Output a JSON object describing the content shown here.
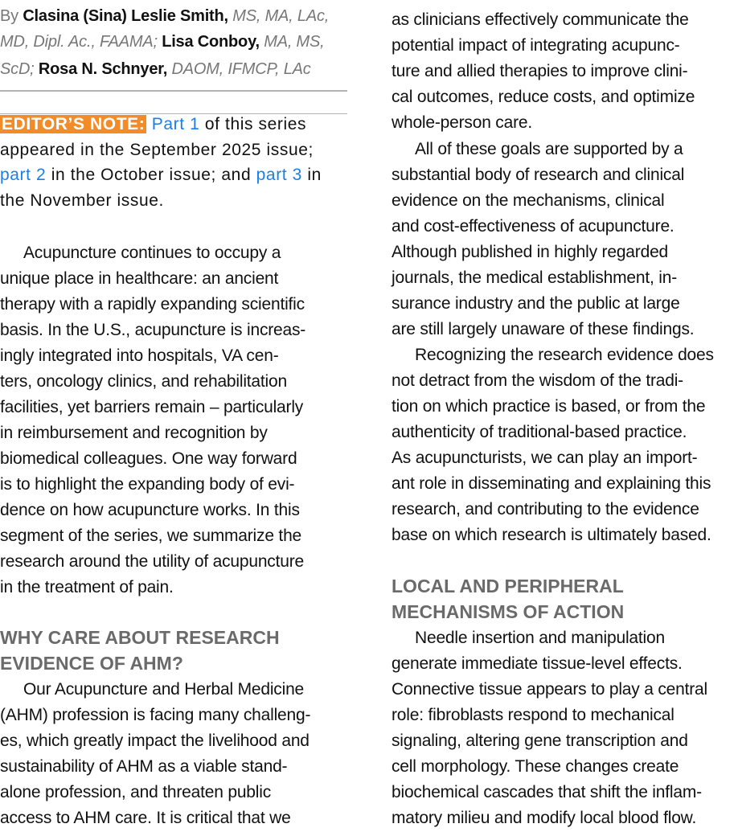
{
  "byline": {
    "by": "By",
    "authors": [
      {
        "name": "Clasina (Sina) Leslie Smith,",
        "credentials": "MS, MA, LAc, MD, Dipl. Ac., FAAMA;"
      },
      {
        "name": "Lisa Conboy,",
        "credentials": "MA, MS, ScD;"
      },
      {
        "name": "Rosa N. Schnyer,",
        "credentials": "DAOM, IFMCP, LAc"
      }
    ]
  },
  "editors_note": {
    "label": "EDITOR’S NOTE:",
    "link1": "Part 1",
    "t1": " of this series",
    "t2": "appeared in the September 2025 issue;",
    "link2": "part 2",
    "t3": " in the October issue; and ",
    "link3": "part 3",
    "t4": " in",
    "t5": "the November issue.",
    "badge_color": "#f28c28",
    "link_color": "#1a7fe8"
  },
  "col1": {
    "intro": [
      "Acupuncture continues to occupy a",
      "unique place in healthcare: an ancient",
      "therapy with a rapidly expanding scientific",
      "basis. In the U.S., acupuncture is increas-",
      "ingly integrated into hospitals, VA cen-",
      "ters, oncology clinics, and rehabilitation",
      "facilities, yet barriers remain – particularly",
      "in reimbursement and recognition by",
      "biomedical colleagues. One way forward",
      "is to highlight the expanding body of evi-",
      "dence on how acupuncture works. In this",
      "segment of the series, we summarize the",
      "research around the utility of acupuncture",
      "in the treatment of pain."
    ],
    "heading": [
      "WHY CARE ABOUT RESEARCH",
      "EVIDENCE OF AHM?"
    ],
    "body": [
      "Our Acupuncture and Herbal Medicine",
      "(AHM) profession is facing many challeng-",
      "es, which greatly impact the livelihood and",
      "sustainability of AHM as a viable stand-",
      "alone profession, and threaten public",
      "access to AHM care. It is critical that we"
    ]
  },
  "col2": {
    "p1": [
      "as clinicians effectively communicate the",
      "potential impact of integrating acupunc-",
      "ture and allied therapies to improve clini-",
      "cal outcomes, reduce costs, and optimize",
      "whole-person care."
    ],
    "p2": [
      "All of these goals are supported by a",
      "substantial body of research and clinical",
      "evidence on the mechanisms, clinical",
      "and cost-effectiveness of acupuncture.",
      "Although published in highly regarded",
      "journals, the medical establishment, in-",
      "surance industry and the public at large",
      "are still largely unaware of these findings."
    ],
    "p3": [
      "Recognizing the research evidence does",
      "not detract from the wisdom of the tradi-",
      "tion on which practice is based, or from the",
      "authenticity of traditional-based practice.",
      "As acupuncturists, we can play an import-",
      "ant role in disseminating and explaining this",
      "research, and contributing to the evidence",
      "base on which research is ultimately based."
    ],
    "heading": [
      "LOCAL AND PERIPHERAL",
      "MECHANISMS OF ACTION"
    ],
    "body": [
      "Needle insertion and manipulation",
      "generate immediate tissue-level effects.",
      "Connective tissue appears to play a central",
      "role: fibroblasts respond to mechanical",
      "signaling, altering gene transcription and",
      "cell morphology. These changes create",
      "biochemical cascades that shift the inflam-",
      "matory milieu and modify local blood flow."
    ]
  }
}
